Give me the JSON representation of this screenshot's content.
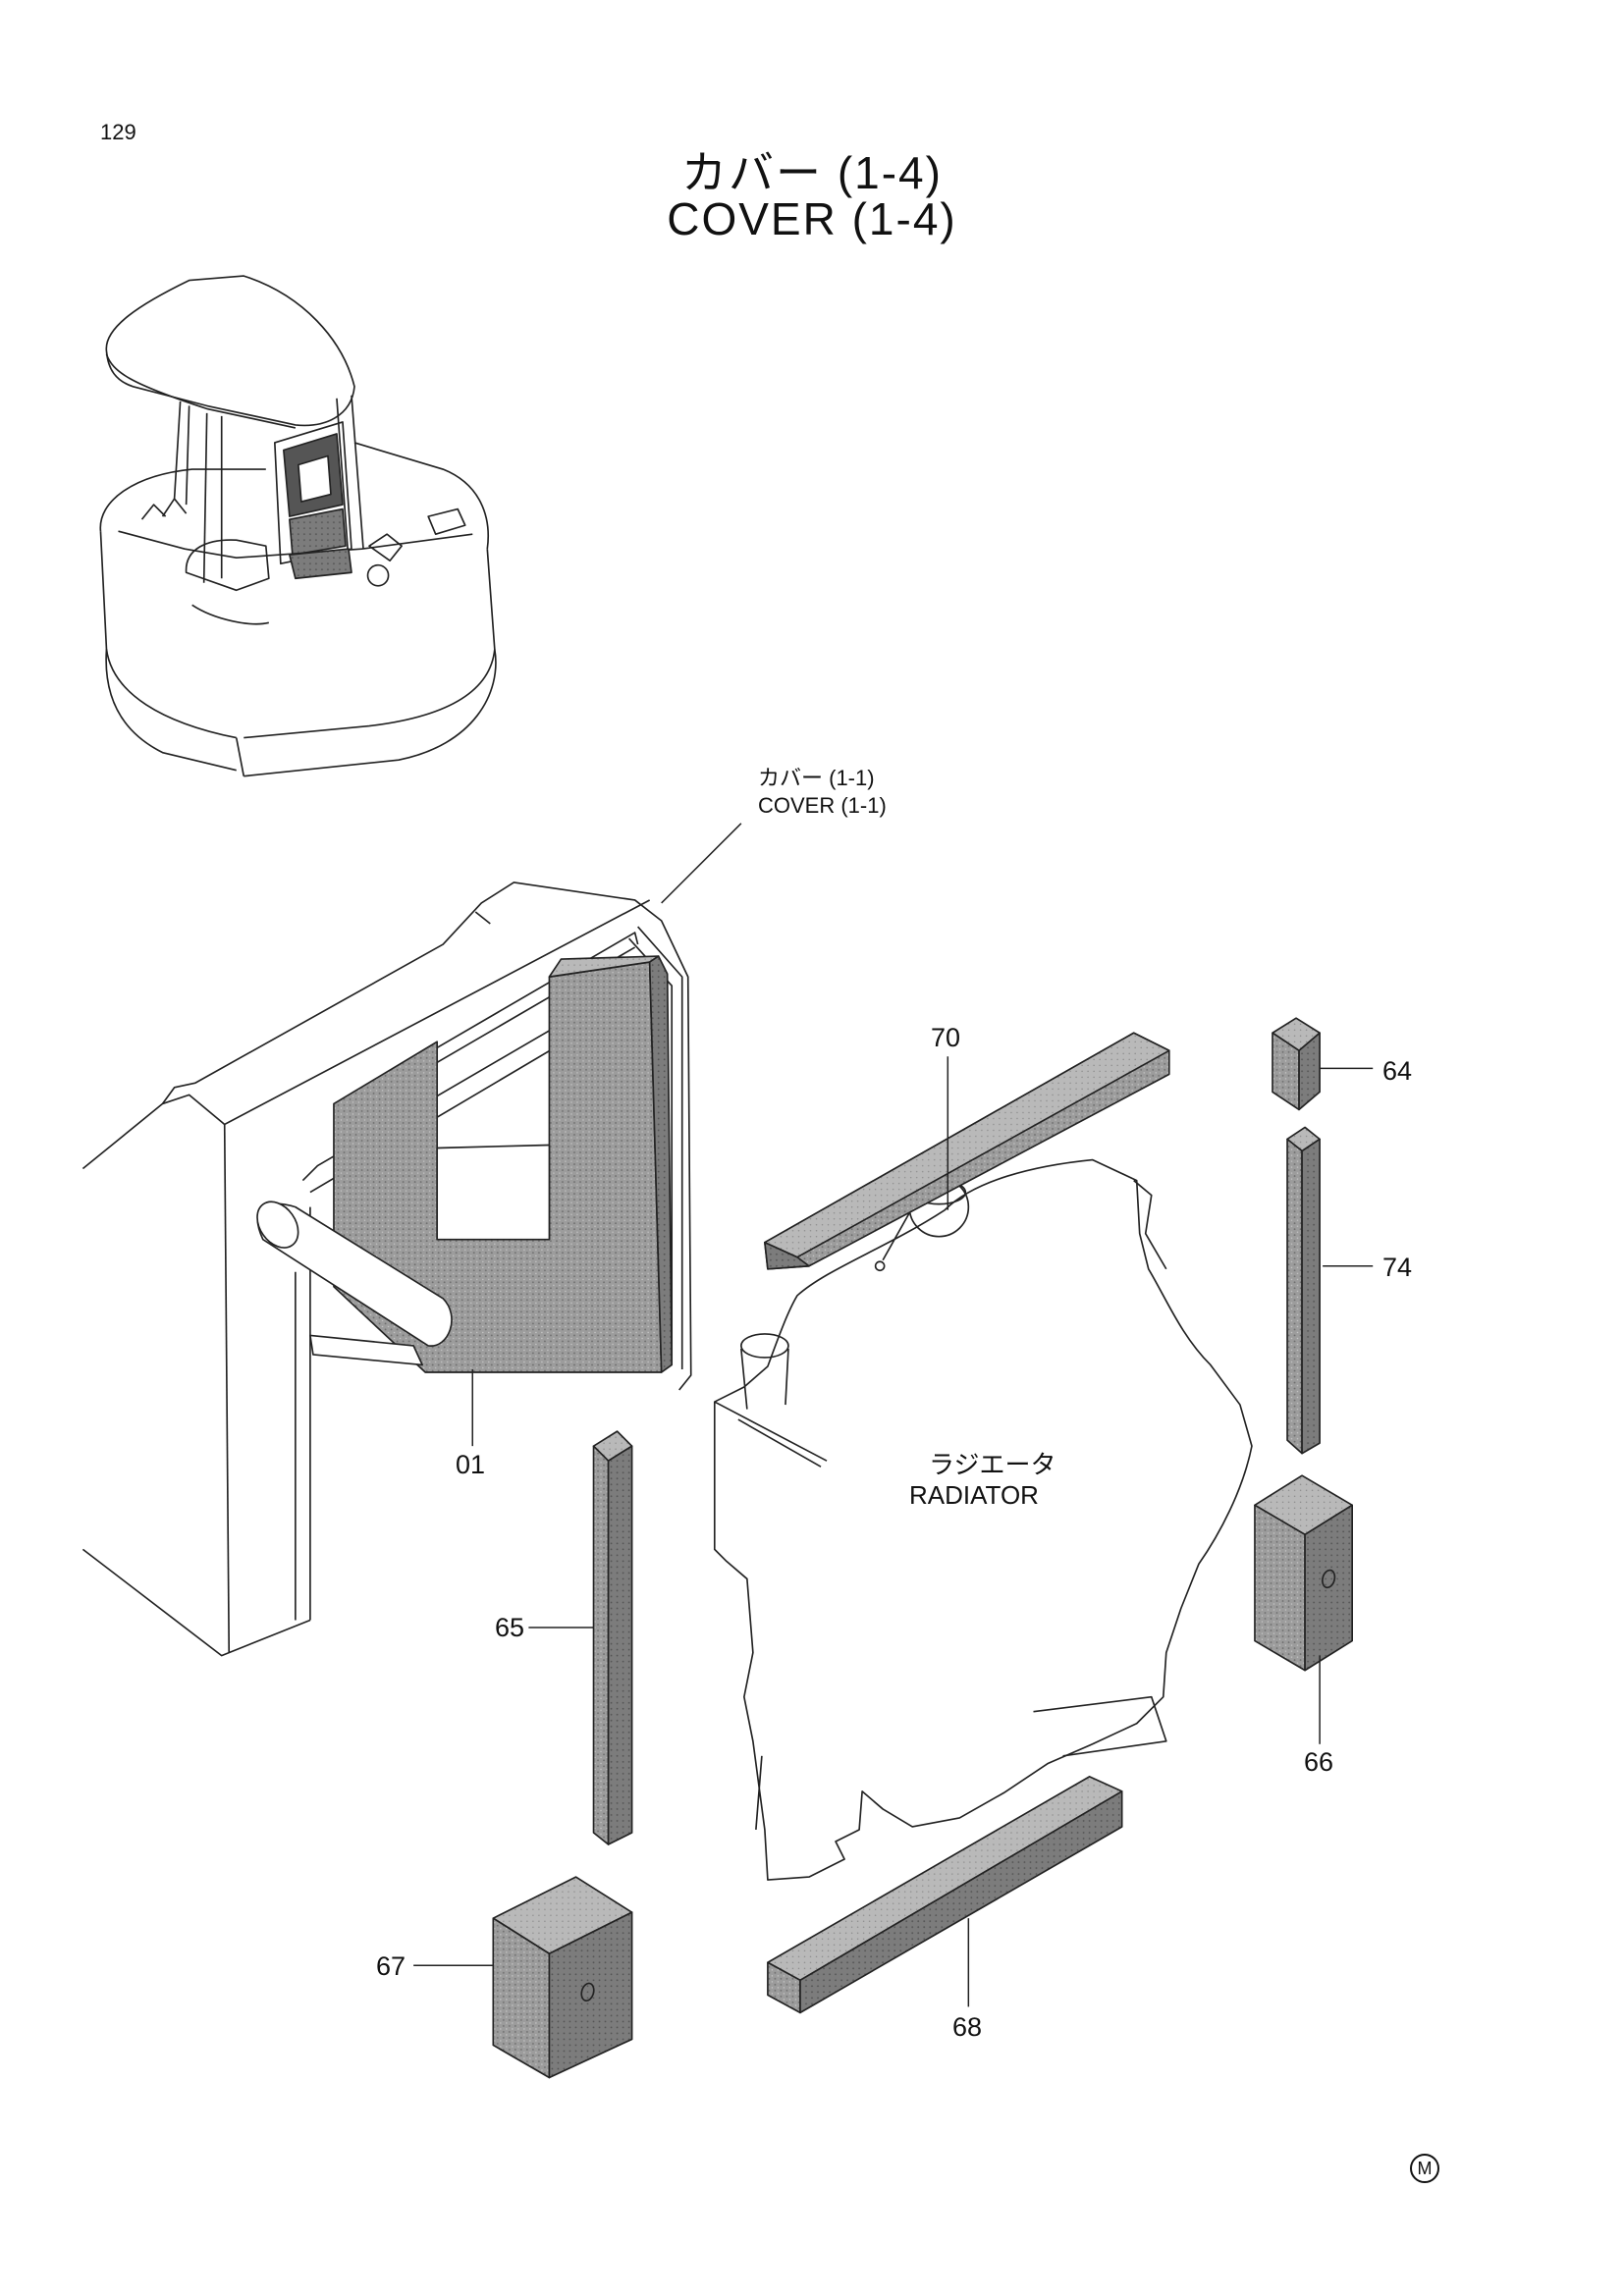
{
  "page_number": "129",
  "title": {
    "jp": "カバー (1-4)",
    "en": "COVER (1-4)"
  },
  "reference": {
    "jp": "カバー (1-1)",
    "en": "COVER (1-1)"
  },
  "radiator": {
    "jp": "ラジエータ",
    "en": "RADIATOR"
  },
  "callouts": {
    "p64": "64",
    "p70": "70",
    "p74": "74",
    "p01": "01",
    "p65": "65",
    "p66": "66",
    "p67": "67",
    "p68": "68"
  },
  "footer_mark": "M",
  "colors": {
    "line": "#222222",
    "part_fill": "#9a9a9a",
    "part_fill_dark": "#7a7a7a",
    "part_fill_light": "#b8b8b8"
  }
}
